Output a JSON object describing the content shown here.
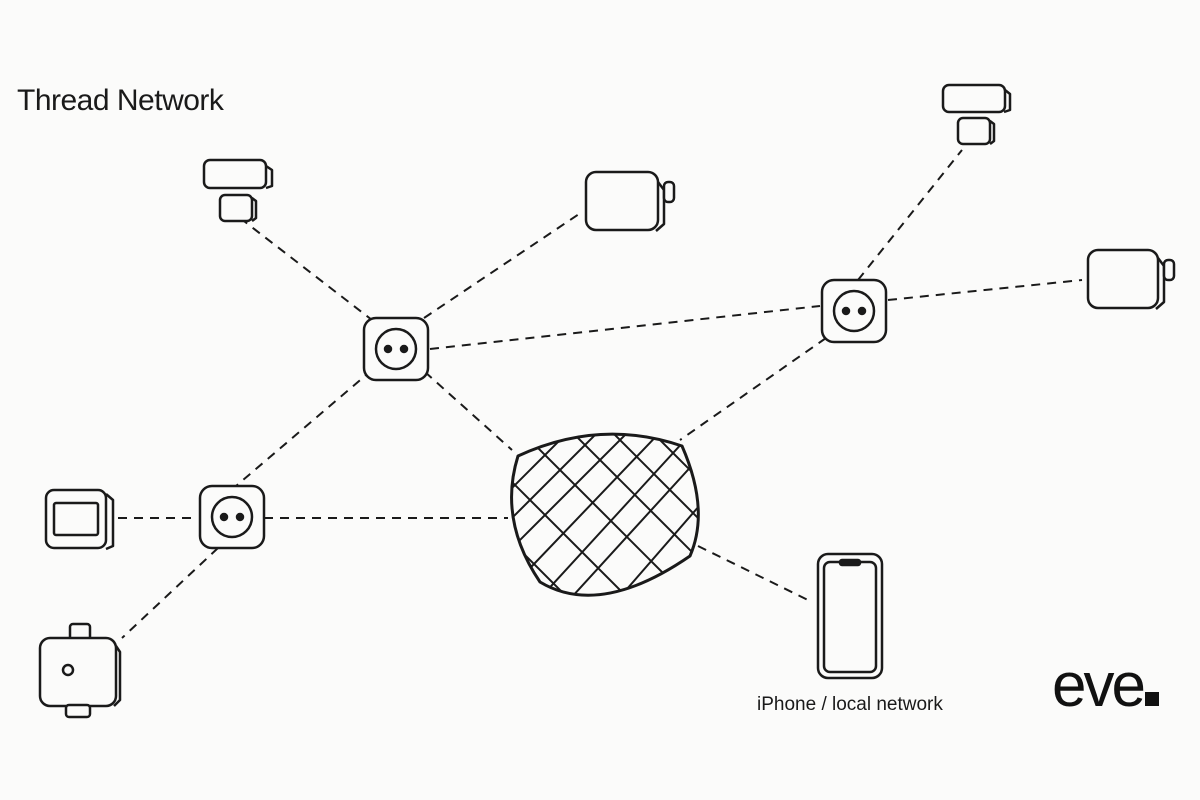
{
  "diagram": {
    "title": "Thread Network",
    "caption": "iPhone / local network",
    "logo_text": "eve",
    "colors": {
      "background": "#fbfbfa",
      "stroke": "#1a1a1a"
    },
    "nodes": [
      {
        "id": "contact-sensor-top-left",
        "icon": "contact-sensor-icon"
      },
      {
        "id": "thermostat-top-center",
        "icon": "radiator-thermostat-icon"
      },
      {
        "id": "contact-sensor-top-right",
        "icon": "contact-sensor-icon"
      },
      {
        "id": "thermostat-right",
        "icon": "radiator-thermostat-icon"
      },
      {
        "id": "smart-plug-upper-left",
        "icon": "smart-plug-icon"
      },
      {
        "id": "smart-plug-right",
        "icon": "smart-plug-icon"
      },
      {
        "id": "smart-plug-lower-left",
        "icon": "smart-plug-icon"
      },
      {
        "id": "display-sensor-left",
        "icon": "display-sensor-icon"
      },
      {
        "id": "valve-controller-bottom-left",
        "icon": "water-valve-icon"
      },
      {
        "id": "border-router",
        "icon": "homepod-mini-icon"
      },
      {
        "id": "phone",
        "icon": "iphone-icon"
      }
    ]
  }
}
